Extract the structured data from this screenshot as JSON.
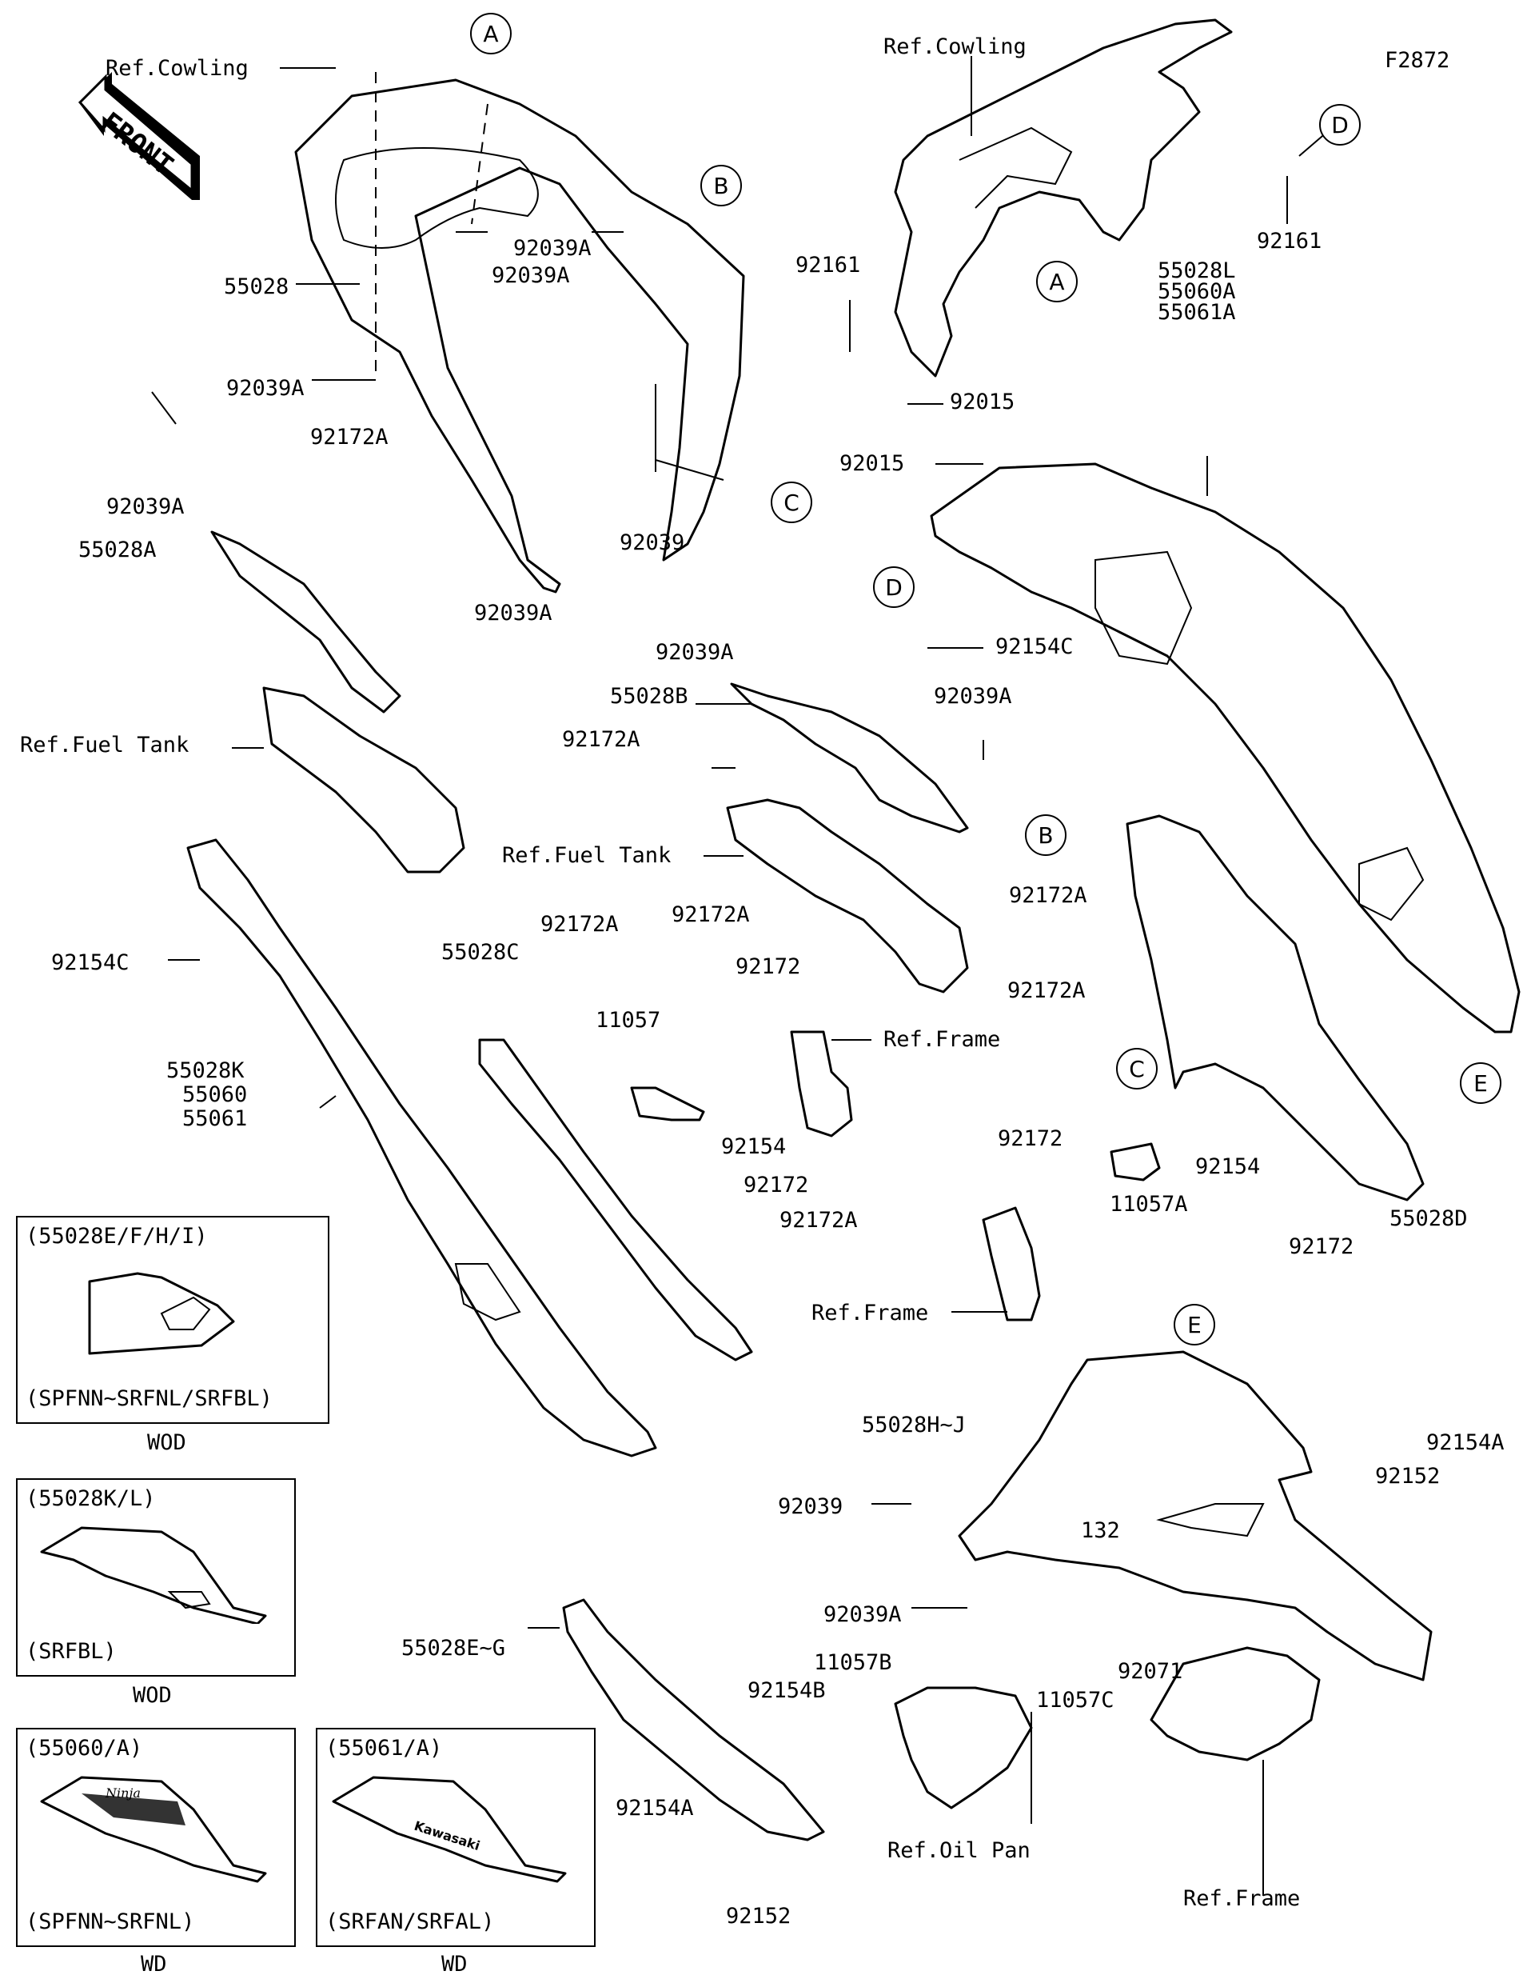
{
  "diagram_id": "F2872",
  "front_arrow": "FRONT",
  "refs": {
    "cowling_left": "Ref.Cowling",
    "cowling_right": "Ref.Cowling",
    "fuel_tank_left": "Ref.Fuel Tank",
    "fuel_tank_mid": "Ref.Fuel Tank",
    "frame_upper": "Ref.Frame",
    "frame_mid": "Ref.Frame",
    "frame_lower": "Ref.Frame",
    "oil_pan": "Ref.Oil Pan"
  },
  "callouts": [
    "A",
    "B",
    "C",
    "D",
    "E"
  ],
  "parts": {
    "p55028": "55028",
    "p92039A_1": "92039A",
    "p92039A_2": "92039A",
    "p92039A_3": "92039A",
    "p92039": "92039",
    "p92172A_1": "92172A",
    "p92039A_4": "92039A",
    "p55028A": "55028A",
    "p92039A_5": "92039A",
    "p92161_left": "92161",
    "p92161_right": "92161",
    "p92015_1": "92015",
    "p92015_2": "92015",
    "p55028L_group": [
      "55028L",
      "55060A",
      "55061A"
    ],
    "p92154C_1": "92154C",
    "p92039A_6": "92039A",
    "p55028B": "55028B",
    "p92172A_2": "92172A",
    "p92039A_7": "92039A",
    "p92154C_2": "92154C",
    "p55028K_group": [
      "55028K",
      "55060",
      "55061"
    ],
    "p55028C": "55028C",
    "p92172A_3": "92172A",
    "p92172A_4": "92172A",
    "p92172_1": "92172",
    "p11057": "11057",
    "p92154": "92154",
    "p92172_2": "92172",
    "p92172A_5": "92172A",
    "p92172A_6": "92172A",
    "p92172A_7": "92172A",
    "p92172_3": "92172",
    "p11057A": "11057A",
    "p92154_2": "92154",
    "p92172_4": "92172",
    "p55028D": "55028D",
    "p55028HJ": "55028H~J",
    "p92039_2": "92039",
    "p92039A_8": "92039A",
    "p55028EG": "55028E~G",
    "p11057B": "11057B",
    "p92154B": "92154B",
    "p92154A_1": "92154A",
    "p92152_1": "92152",
    "p132": "132",
    "p11057C": "11057C",
    "p92071": "92071",
    "p92152_2": "92152",
    "p92154A_2": "92154A"
  },
  "variants": [
    {
      "title": "(55028E/F/H/I)",
      "models": "(SPFNN~SRFNL/SRFBL)",
      "note": "WOD"
    },
    {
      "title": "(55028K/L)",
      "models": "(SRFBL)",
      "note": "WOD"
    },
    {
      "title": "(55060/A)",
      "models": "(SPFNN~SRFNL)",
      "note": "WD",
      "decal": "Ninja"
    },
    {
      "title": "(55061/A)",
      "models": "(SRFAN/SRFAL)",
      "note": "WD",
      "decal": "Kawasaki"
    }
  ]
}
